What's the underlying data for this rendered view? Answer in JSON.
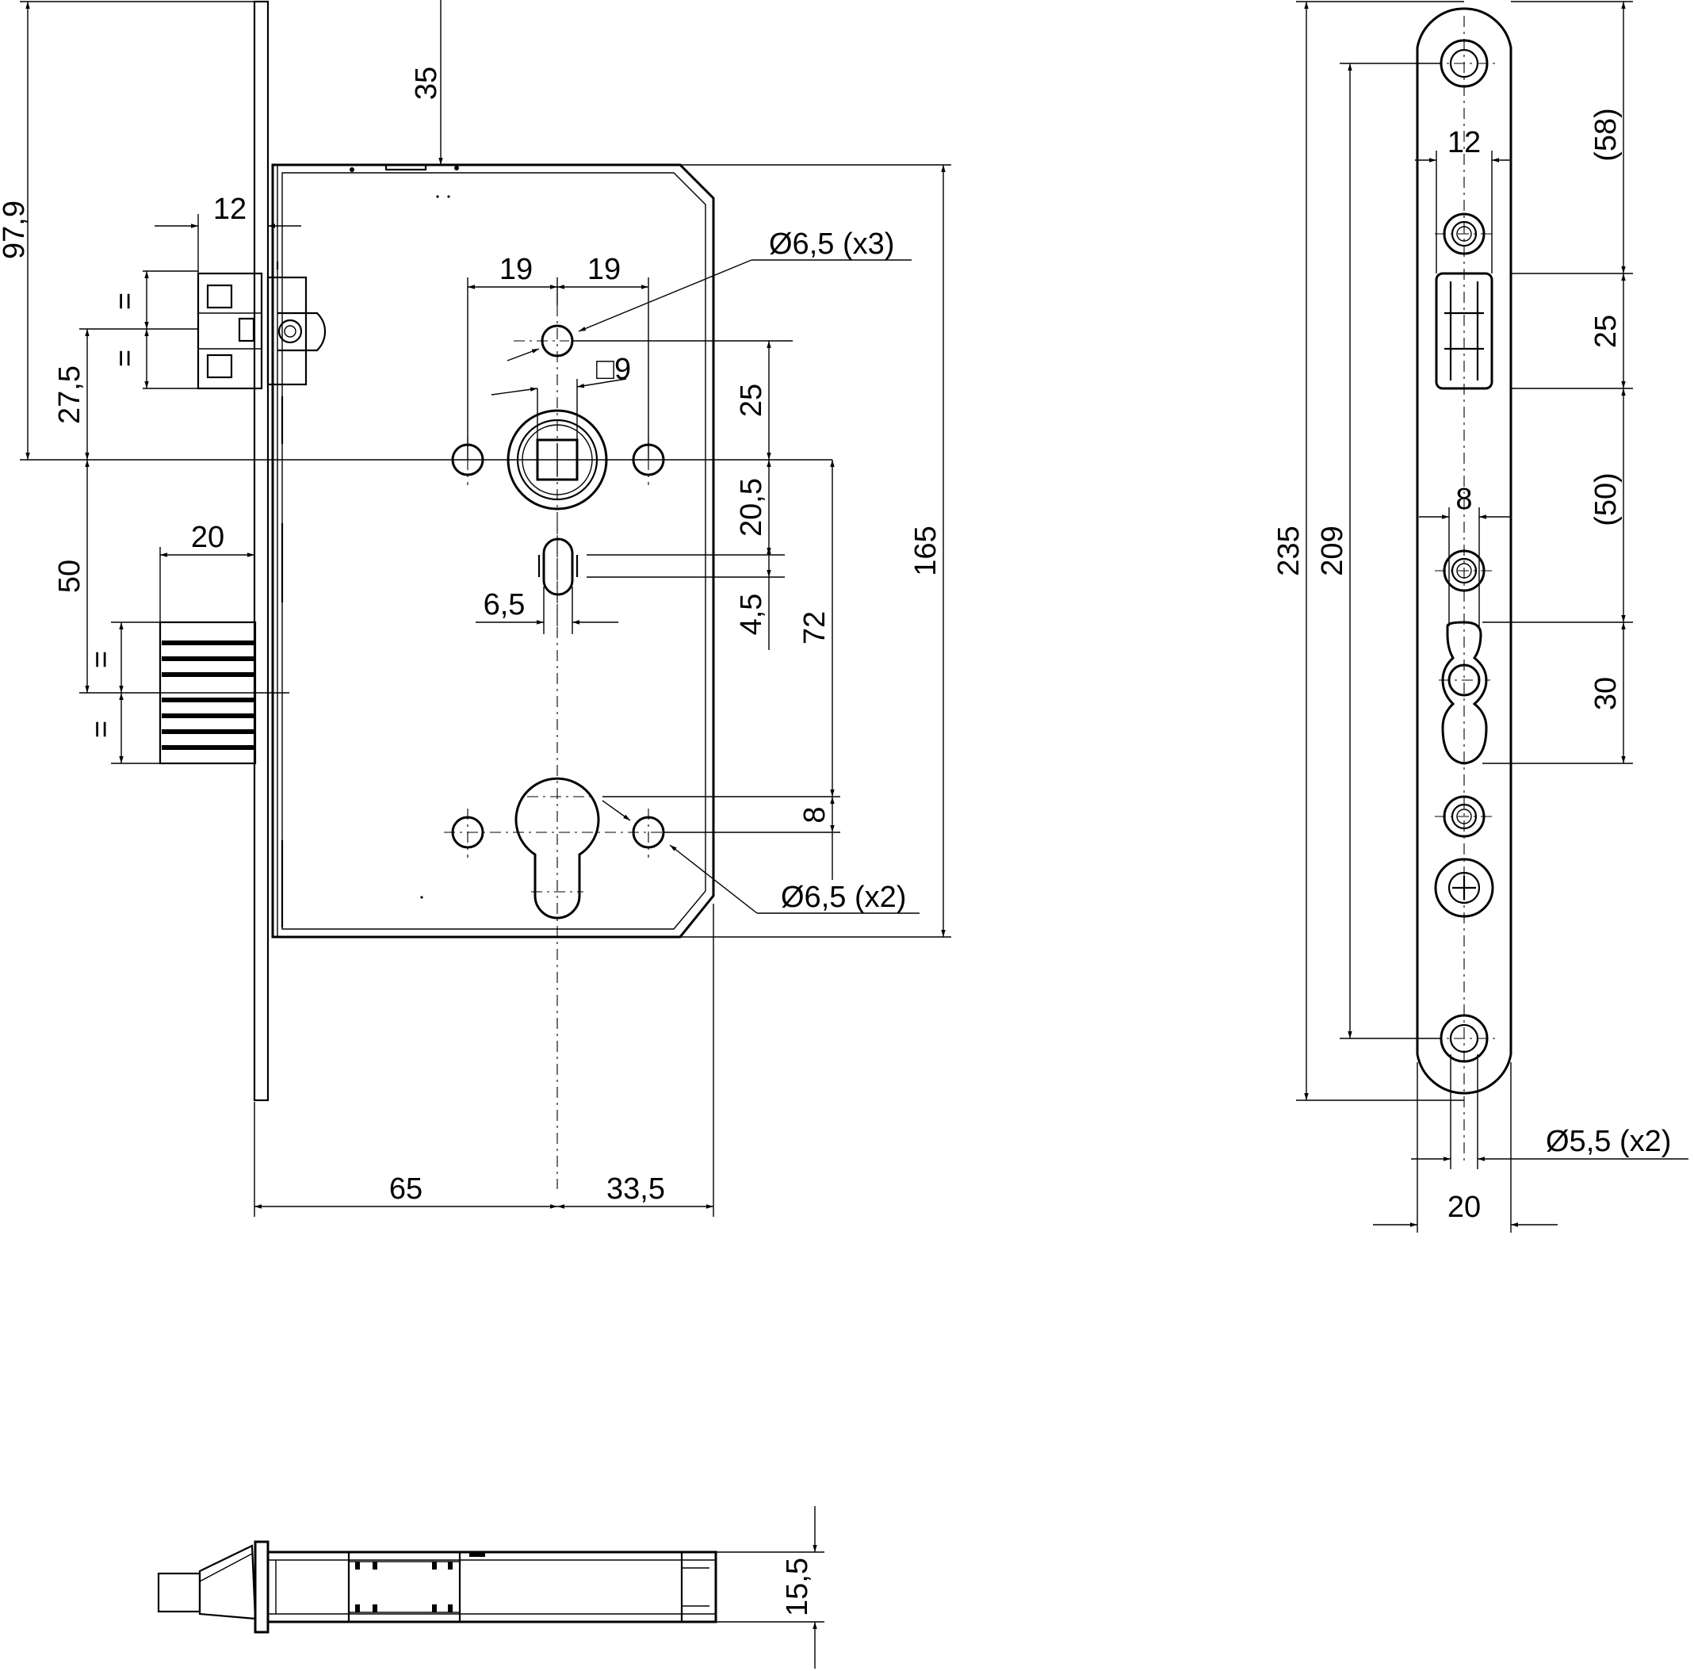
{
  "front_view": {
    "dim_top_35": "35",
    "dim_97_9": "97,9",
    "dim_12_latch": "12",
    "eq_upper_1": "=",
    "eq_upper_2": "=",
    "dim_27_5": "27,5",
    "dim_20_bolt": "20",
    "dim_50": "50",
    "eq_lower_1": "=",
    "eq_lower_2": "=",
    "dim_19_left": "19",
    "dim_19_right": "19",
    "hole_note_top": "Ø6,5 (x3)",
    "square_note": "□9",
    "dim_25": "25",
    "dim_20_5": "20,5",
    "dim_4_5": "4,5",
    "dim_6_5": "6,5",
    "dim_72": "72",
    "dim_165": "165",
    "dim_8": "8",
    "hole_note_bottom": "Ø6,5 (x2)",
    "dim_65": "65",
    "dim_33_5": "33,5"
  },
  "faceplate_view": {
    "dim_235": "235",
    "dim_209": "209",
    "dim_12": "12",
    "dim_58": "(58)",
    "dim_25": "25",
    "dim_8": "8",
    "dim_50": "(50)",
    "dim_30": "30",
    "hole_note": "Ø5,5 (x2)",
    "dim_20": "20"
  },
  "side_view": {
    "dim_15_5": "15,5"
  }
}
